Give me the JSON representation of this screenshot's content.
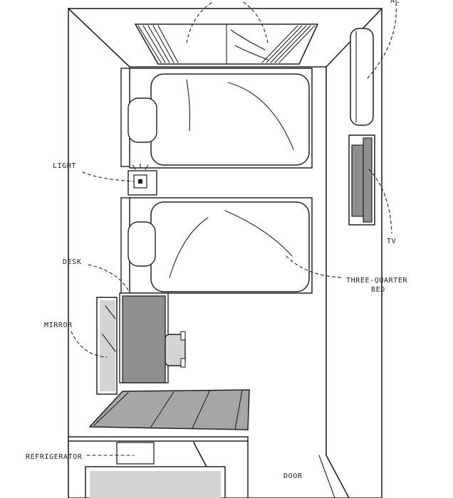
{
  "labels": {
    "window": "",
    "ac": "AC",
    "light": "LIGHT",
    "tv": "TV",
    "desk": "DESK",
    "three_quarter_bed_line1": "THREE-QUARTER",
    "three_quarter_bed_line2": "BED",
    "mirror": "MIRROR",
    "refrigerator": "REFRIGERATOR",
    "door": "DOOR"
  },
  "colors": {
    "ink": "#222222",
    "furniture_gray": "#8f8f8f",
    "light_gray": "#d4d4d4",
    "rug_gray": "#a6a6a6",
    "background": "#ffffff"
  }
}
